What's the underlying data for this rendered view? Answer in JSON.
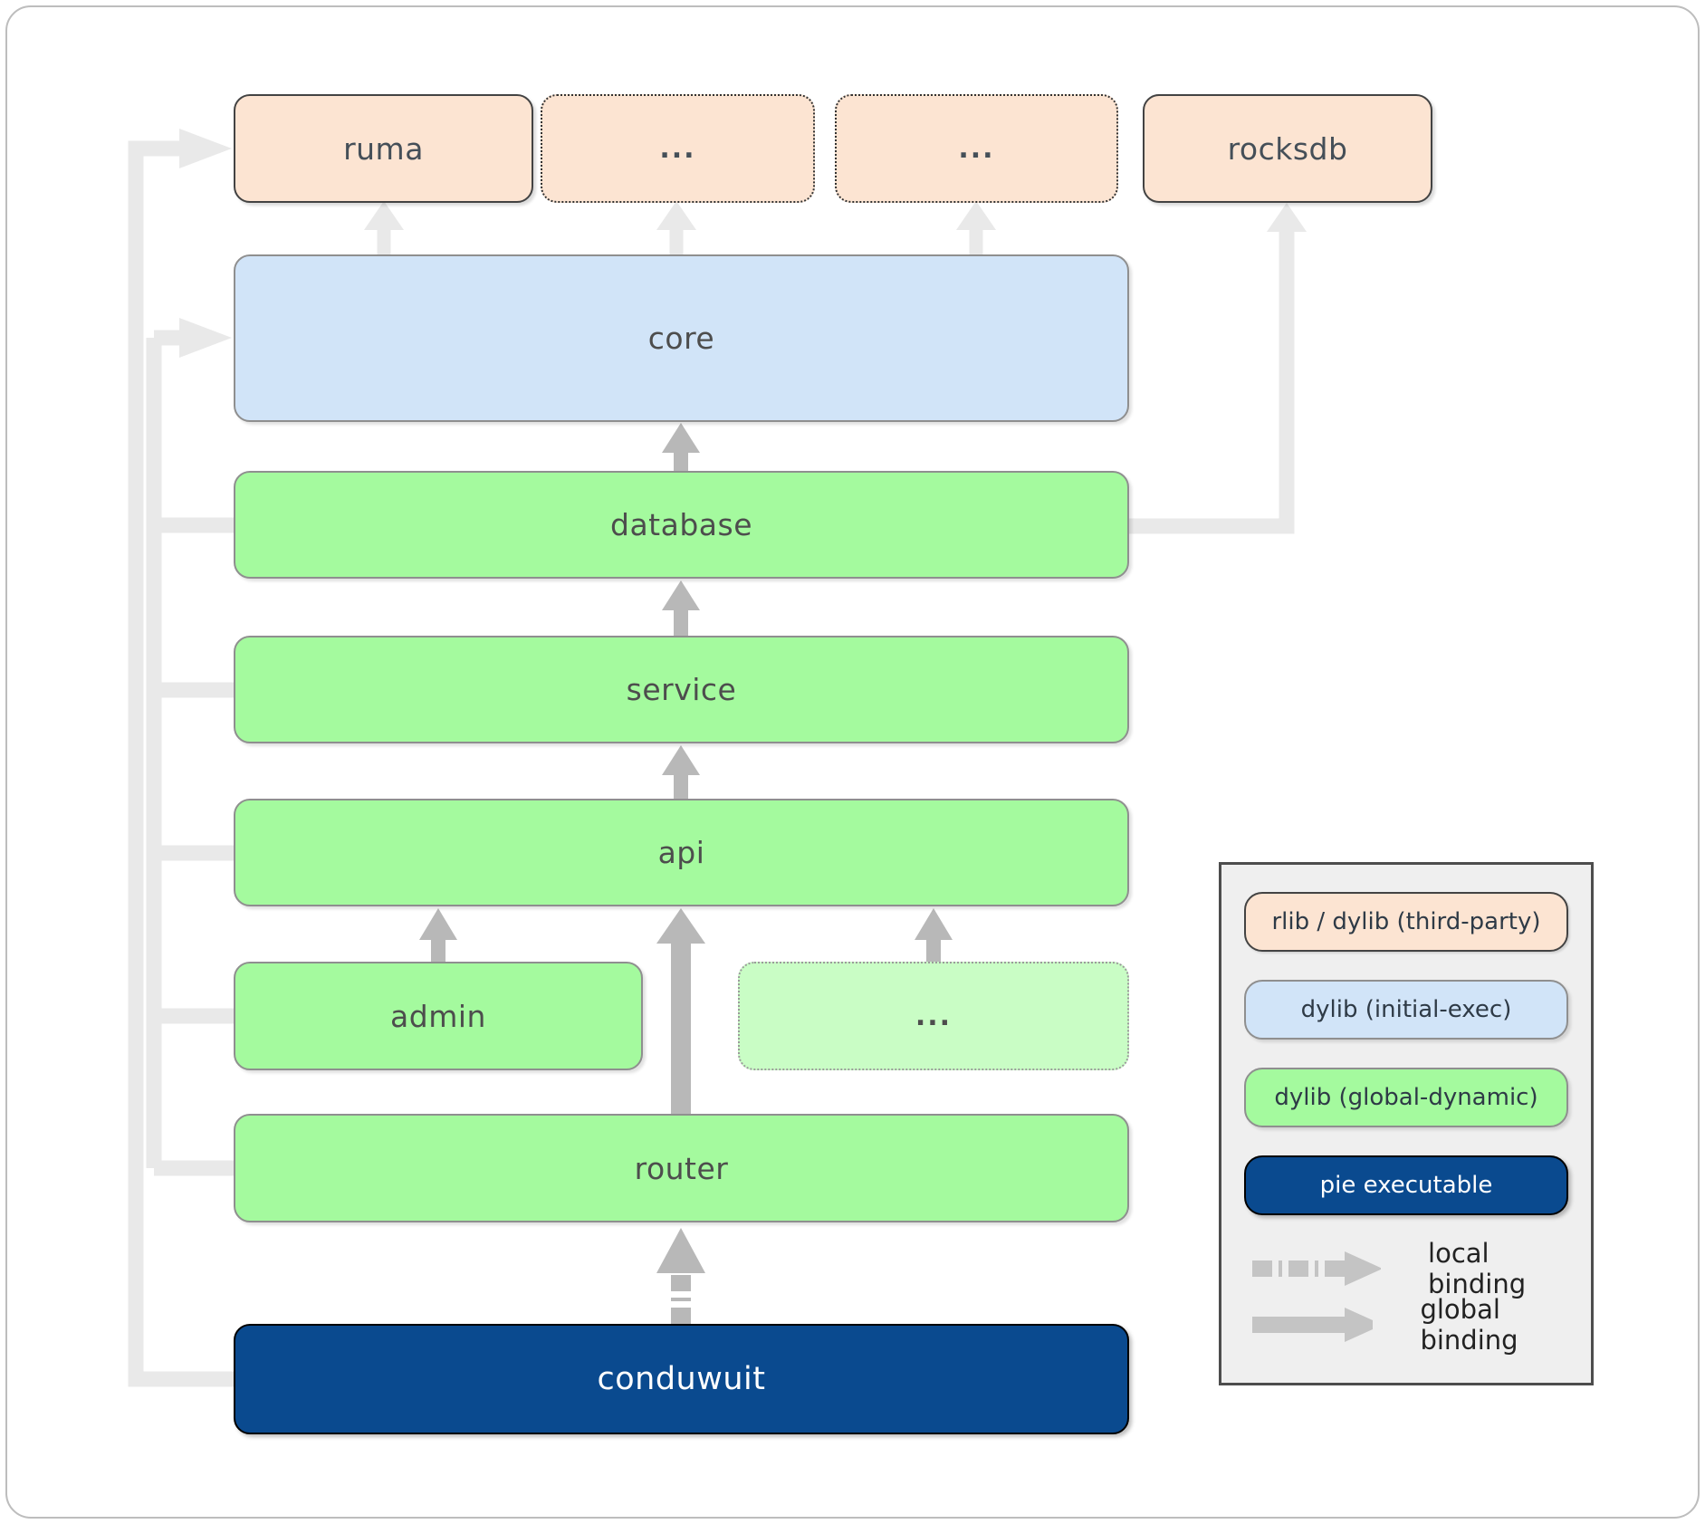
{
  "diagram": {
    "nodes": {
      "ruma": {
        "label": "ruma",
        "kind": "rlib / dylib (third-party)"
      },
      "dots_top_1": {
        "label": "...",
        "kind": "rlib / dylib (third-party)"
      },
      "dots_top_2": {
        "label": "...",
        "kind": "rlib / dylib (third-party)"
      },
      "rocksdb": {
        "label": "rocksdb",
        "kind": "rlib / dylib (third-party)"
      },
      "core": {
        "label": "core",
        "kind": "dylib (initial-exec)"
      },
      "database": {
        "label": "database",
        "kind": "dylib (global-dynamic)"
      },
      "service": {
        "label": "service",
        "kind": "dylib (global-dynamic)"
      },
      "api": {
        "label": "api",
        "kind": "dylib (global-dynamic)"
      },
      "admin": {
        "label": "admin",
        "kind": "dylib (global-dynamic)"
      },
      "dots_mid": {
        "label": "...",
        "kind": "dylib (global-dynamic)"
      },
      "router": {
        "label": "router",
        "kind": "dylib (global-dynamic)"
      },
      "conduwuit": {
        "label": "conduwuit",
        "kind": "pie executable"
      }
    },
    "edges": [
      {
        "from": "core",
        "to": "ruma",
        "binding": "global"
      },
      {
        "from": "core",
        "to": "dots_top_1",
        "binding": "global"
      },
      {
        "from": "core",
        "to": "dots_top_2",
        "binding": "global"
      },
      {
        "from": "database",
        "to": "rocksdb",
        "binding": "global"
      },
      {
        "from": "database",
        "to": "core",
        "binding": "global"
      },
      {
        "from": "service",
        "to": "database",
        "binding": "global"
      },
      {
        "from": "api",
        "to": "service",
        "binding": "global"
      },
      {
        "from": "admin",
        "to": "api",
        "binding": "global"
      },
      {
        "from": "dots_mid",
        "to": "api",
        "binding": "global"
      },
      {
        "from": "router",
        "to": "api",
        "binding": "global"
      },
      {
        "from": "conduwuit",
        "to": "router",
        "binding": "local"
      },
      {
        "from": "conduwuit",
        "to": "ruma",
        "binding": "global"
      },
      {
        "from": "conduwuit",
        "to": "core",
        "binding": "global"
      },
      {
        "from": "conduwuit",
        "to": "database",
        "binding": "global"
      },
      {
        "from": "conduwuit",
        "to": "service",
        "binding": "global"
      },
      {
        "from": "conduwuit",
        "to": "api",
        "binding": "global"
      },
      {
        "from": "conduwuit",
        "to": "admin",
        "binding": "global"
      },
      {
        "from": "conduwuit",
        "to": "router",
        "binding": "global"
      }
    ]
  },
  "legend": {
    "items": [
      {
        "label": "rlib / dylib (third-party)",
        "color": "#fce4d2"
      },
      {
        "label": "dylib (initial-exec)",
        "color": "#d1e4f8"
      },
      {
        "label": "dylib (global-dynamic)",
        "color": "#a4fa9e"
      },
      {
        "label": "pie executable",
        "color": "#0a4a8f"
      }
    ],
    "bindings": [
      {
        "label": "local binding",
        "style": "dashed"
      },
      {
        "label": "global binding",
        "style": "solid"
      }
    ]
  },
  "colors": {
    "third_party_fill": "#fce4d2",
    "initial_exec_fill": "#d1e4f8",
    "global_dynamic_fill": "#a4fa9e",
    "global_dynamic_faded_fill": "#c9fdc5",
    "executable_fill": "#0a4a8f",
    "wire_light": "#e9e9e9",
    "wire_dark": "#b8b8b8",
    "label_text": "#4d4d4d"
  }
}
